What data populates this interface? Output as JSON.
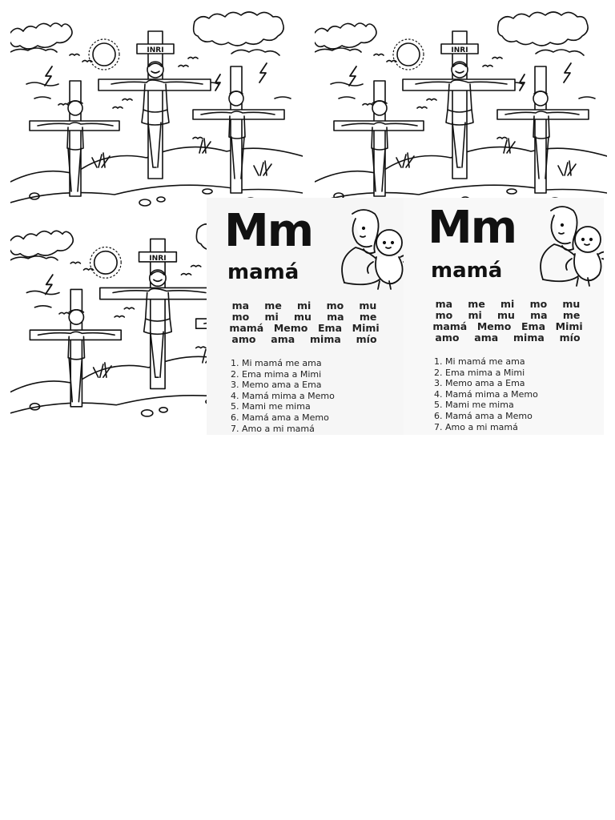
{
  "scene": {
    "sign_text": "INRI"
  },
  "cards": [
    {
      "letters": "Mm",
      "word": "mamá",
      "syllable_rows": [
        [
          "ma",
          "me",
          "mi",
          "mo",
          "mu"
        ],
        [
          "mo",
          "mi",
          "mu",
          "ma",
          "me"
        ],
        [
          "mamá",
          "Memo",
          "Ema",
          "Mimi"
        ],
        [
          "amo",
          "ama",
          "mima",
          "mío"
        ]
      ],
      "sentences": [
        "1. Mi mamá me ama",
        "2. Ema mima a Mimi",
        "3. Memo ama a Ema",
        "4. Mamá mima a Memo",
        "5. Mami me mima",
        "6. Mamá ama a Memo",
        "7. Amo a mi mamá"
      ]
    },
    {
      "letters": "Mm",
      "word": "mamá",
      "syllable_rows": [
        [
          "ma",
          "me",
          "mi",
          "mo",
          "mu"
        ],
        [
          "mo",
          "mi",
          "mu",
          "ma",
          "me"
        ],
        [
          "mamá",
          "Memo",
          "Ema",
          "Mimi"
        ],
        [
          "amo",
          "ama",
          "mima",
          "mío"
        ]
      ],
      "sentences": [
        "1. Mi mamá me ama",
        "2. Ema mima a Mimi",
        "3. Memo ama a Ema",
        "4. Mamá mima a Memo",
        "5. Mami me mima",
        "6. Mamá ama a Memo",
        "7. Amo a mi mamá"
      ]
    }
  ]
}
